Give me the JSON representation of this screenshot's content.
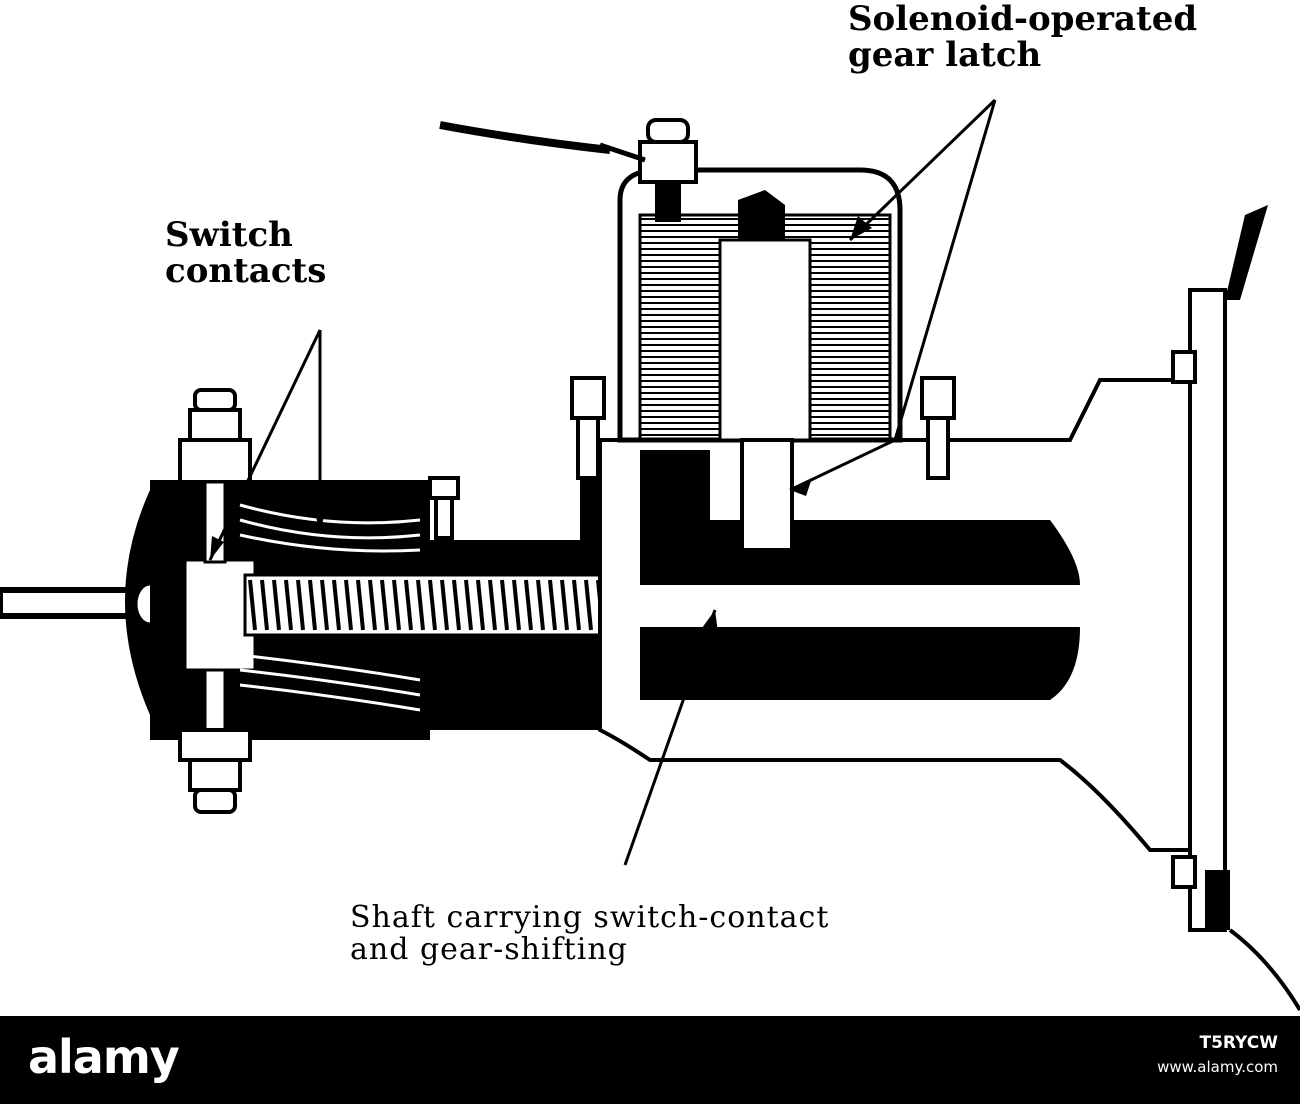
{
  "labels": {
    "solenoid": "Solenoid-operated\ngear latch",
    "switch_contacts": "Switch\ncontacts",
    "shaft": "Shaft carrying switch-contact\nand gear-shifting"
  },
  "watermark": {
    "brand": "alamy",
    "image_id": "T5RYCW",
    "url": "www.alamy.com"
  },
  "colors": {
    "ink": "#000000",
    "paper": "#ffffff",
    "footer_bg": "#000000",
    "footer_text": "#ffffff"
  }
}
